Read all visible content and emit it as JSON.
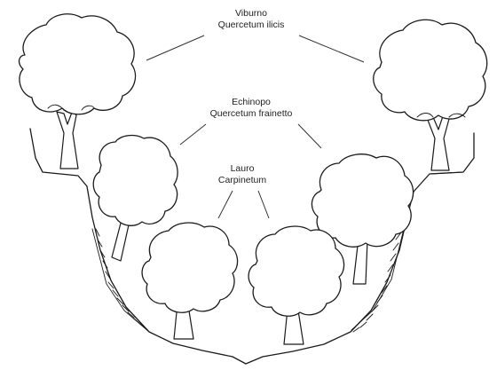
{
  "zones": [
    {
      "id": "upper",
      "genus_label": "Viburno",
      "community_label": "Quercetum ilicis"
    },
    {
      "id": "middle",
      "genus_label": "Echinopo",
      "community_label": "Quercetum frainetto"
    },
    {
      "id": "lower",
      "genus_label": "Lauro",
      "community_label": "Carpinetum"
    }
  ]
}
